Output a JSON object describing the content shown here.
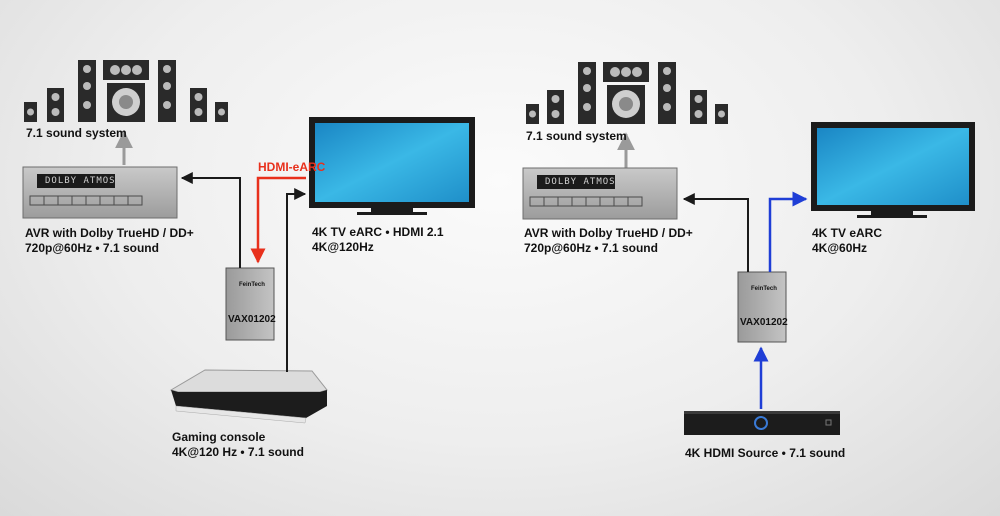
{
  "left": {
    "speakers_label": "7.1 sound system",
    "avr_display": "DOLBY ATMOS",
    "avr_label_1": "AVR with Dolby TrueHD / DD+",
    "avr_label_2": "720p@60Hz • 7.1 sound",
    "earc_label": "HDMI-eARC",
    "tv_label_1": "4K TV eARC • HDMI 2.1",
    "tv_label_2": "4K@120Hz",
    "device_brand": "FeinTech",
    "device_model": "VAX01202",
    "source_label_1": "Gaming console",
    "source_label_2": "4K@120 Hz • 7.1 sound"
  },
  "right": {
    "speakers_label": "7.1 sound system",
    "avr_display": "DOLBY ATMOS",
    "avr_label_1": "AVR with Dolby TrueHD / DD+",
    "avr_label_2": "720p@60Hz • 7.1 sound",
    "tv_label_1": "4K TV eARC",
    "tv_label_2": "4K@60Hz",
    "device_brand": "FeinTech",
    "device_model": "VAX01202",
    "source_label_1": "4K HDMI Source • 7.1 sound"
  },
  "colors": {
    "earc_red": "#e8301c",
    "hdmi_blue": "#1f3ed6",
    "arrow_dark": "#1a1a1a",
    "arrow_grey": "#9a9a9a",
    "screen_blue": "#2aa7d8"
  }
}
